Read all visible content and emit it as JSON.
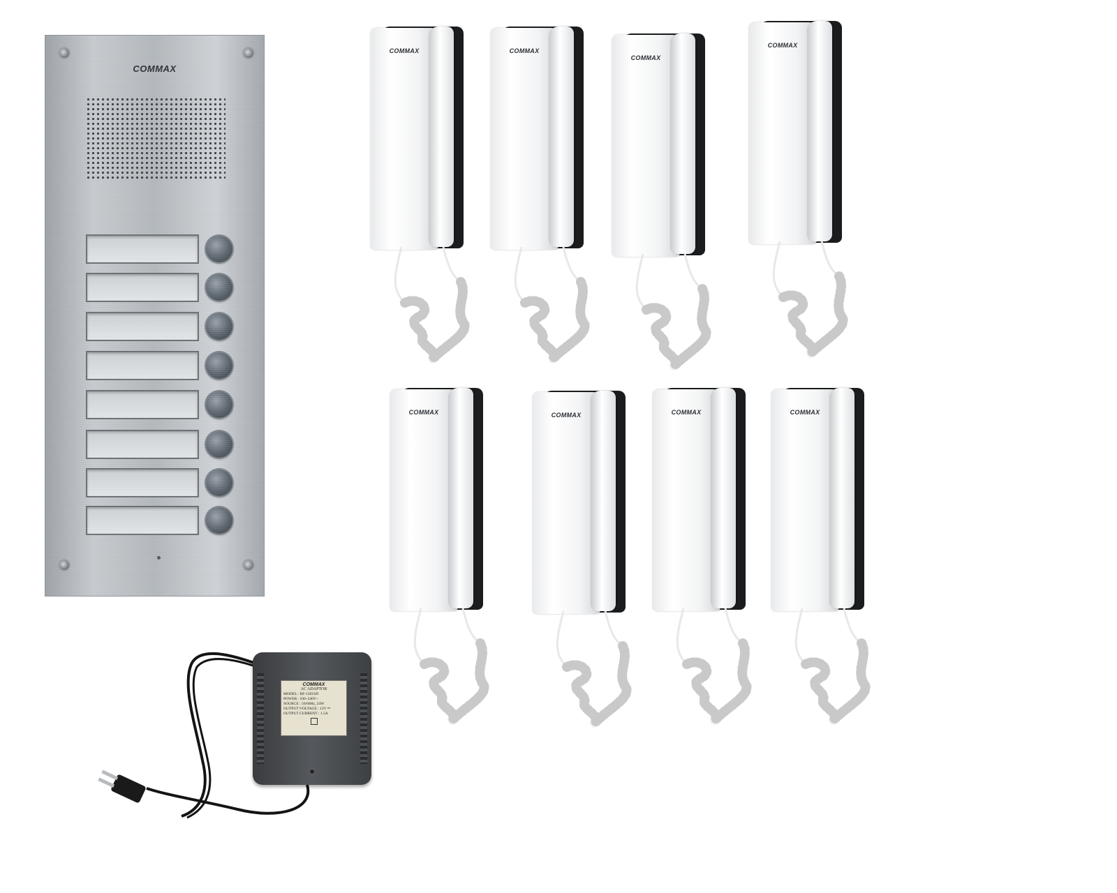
{
  "door_station": {
    "brand": "COMMAX",
    "name_plates": 8,
    "call_buttons": 8
  },
  "handsets": [
    {
      "brand": "COMMAX"
    },
    {
      "brand": "COMMAX"
    },
    {
      "brand": "COMMAX"
    },
    {
      "brand": "COMMAX"
    },
    {
      "brand": "COMMAX"
    },
    {
      "brand": "COMMAX"
    },
    {
      "brand": "COMMAX"
    },
    {
      "brand": "COMMAX"
    }
  ],
  "adapter": {
    "brand": "COMMAX",
    "label_title": "AC ADAPTOR",
    "label_lines": [
      "MODEL : RF-1201SD",
      "POWER : 100~240V~",
      "SOURCE : 50/60Hz, 24W",
      "OUTPUT VOLTAGE : 12V ⎓",
      "OUTPUT CURRENT : 1.5A"
    ]
  },
  "colors": {
    "panel_metal": "#b8bcc0",
    "handset_white": "#f5f6f7",
    "handset_black": "#1a1c1e",
    "adapter_gray": "#4a4d50"
  }
}
